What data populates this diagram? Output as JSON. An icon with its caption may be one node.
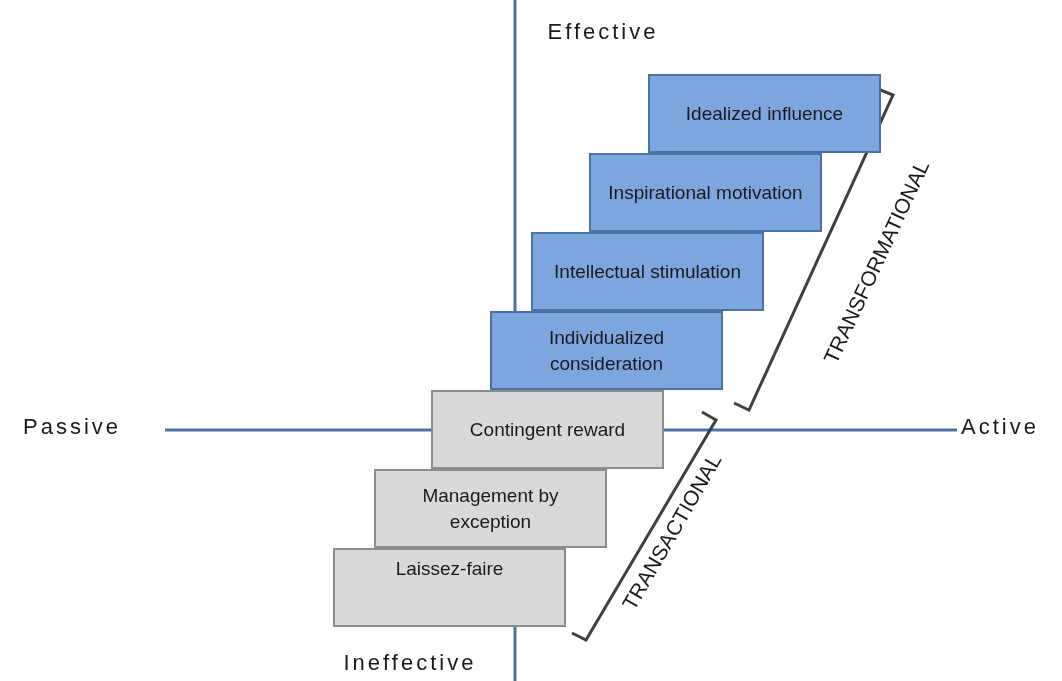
{
  "diagram": {
    "nodes": [
      {
        "text": [
          "Idealized influence"
        ]
      },
      {
        "text": [
          "Inspirational motivation"
        ]
      },
      {
        "text": [
          "Intellectual stimulation"
        ]
      },
      {
        "text": [
          "Individualized consideration"
        ]
      },
      {
        "text": [
          "Contingent reward"
        ]
      },
      {
        "text": [
          "Management by exception"
        ]
      },
      {
        "text": [
          "Laissez-faire"
        ]
      }
    ],
    "labels": [
      "Effective",
      "TRANSFORMATIONAL",
      "Passive",
      "Active",
      "TRANSACTIONAL",
      "Ineffective"
    ]
  }
}
